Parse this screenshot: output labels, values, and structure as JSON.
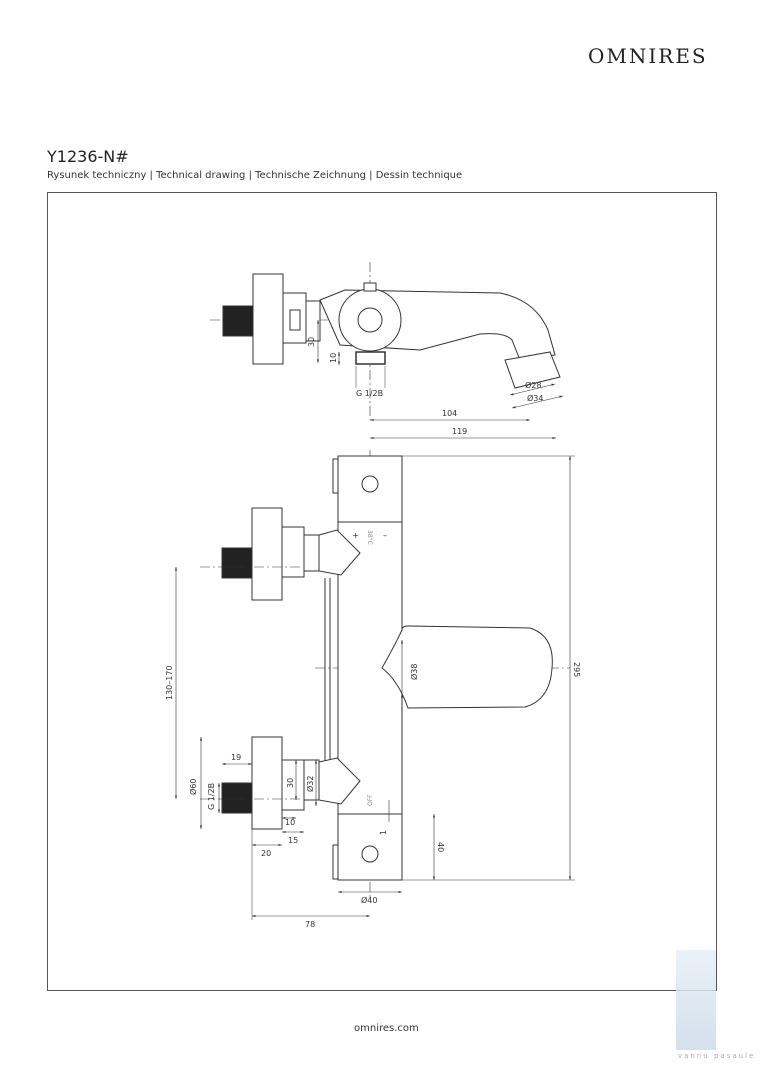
{
  "header": {
    "brand": "OMNIRES",
    "product_code": "Y1236-N#",
    "subtitle": "Rysunek techniczny | Technical drawing | Technische Zeichnung | Dessin technique"
  },
  "drawing": {
    "top_view_dims": {
      "d30": "30",
      "d10": "10",
      "thread": "G 1/2B",
      "d28": "Ø28",
      "d34": "Ø34",
      "d104": "104",
      "d119": "119"
    },
    "front_view_dims": {
      "d295": "295",
      "d38": "Ø38",
      "spacing": "130–170",
      "d19": "19",
      "d60": "Ø60",
      "thread": "G 1/2B",
      "d30": "30",
      "d32": "Ø32",
      "d10": "10",
      "d15": "15",
      "d20": "20",
      "d1": "1",
      "d40": "40",
      "d40dia": "Ø40",
      "d78": "78",
      "temp_label": "38°C",
      "plus": "+",
      "minus": "–",
      "off_label": "OFF"
    }
  },
  "footer": {
    "website": "omnires.com",
    "watermark": "vannu pasaule"
  }
}
